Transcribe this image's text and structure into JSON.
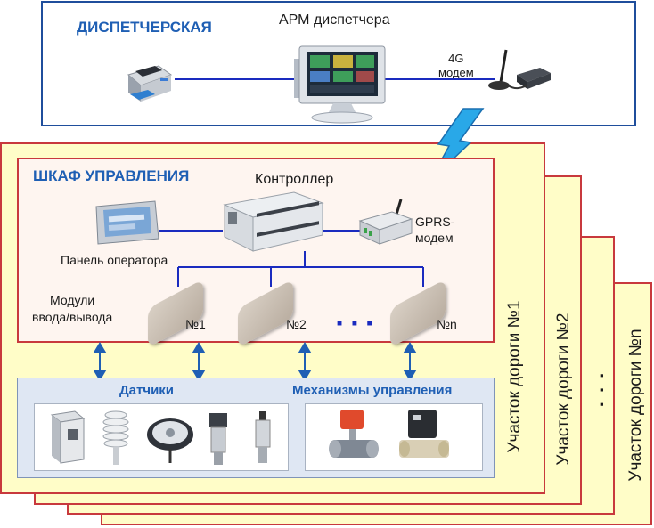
{
  "dispatch": {
    "title": "ДИСПЕТЧЕРСКАЯ",
    "workstation": "АРМ диспетчера",
    "modem_line1": "4G",
    "modem_line2": "модем"
  },
  "sections": [
    {
      "label": "Участок дороги №1"
    },
    {
      "label": "Участок дороги №2"
    },
    {
      "label": "Участок дороги №n"
    }
  ],
  "sections_ellipsis": ". . .",
  "cabinet": {
    "title": "ШКАФ УПРАВЛЕНИЯ",
    "controller": "Контроллер",
    "gprs_line1": "GPRS-",
    "gprs_line2": "модем",
    "operator_panel": "Панель оператора",
    "modules_line1": "Модули",
    "modules_line2": "ввода/вывода",
    "module_labels": [
      "№1",
      "№2",
      "№n"
    ],
    "modules_ellipsis": "■ ■ ■"
  },
  "field": {
    "sensors_title": "Датчики",
    "actuators_title": "Механизмы управления"
  },
  "colors": {
    "blue_frame": "#1f4e9c",
    "red_frame": "#c8393d",
    "yellow_fill": "#fffdc8",
    "title_blue": "#1f5fb4",
    "link_blue": "#1a2bbf"
  }
}
